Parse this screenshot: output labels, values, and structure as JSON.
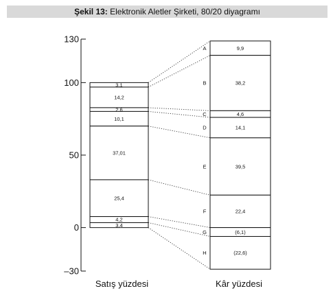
{
  "header": {
    "title_bold": "Şekil 13:",
    "title_rest": " Elektronik Aletler Şirketi, 80/20 diyagramı"
  },
  "chart_data": {
    "type": "stacked-column-comparison",
    "ylim": [
      -30,
      130
    ],
    "yticks": [
      {
        "value": 130,
        "label": "130"
      },
      {
        "value": 100,
        "label": "100"
      },
      {
        "value": 50,
        "label": "50"
      },
      {
        "value": 0,
        "label": "0"
      },
      {
        "value": -30,
        "label": "–30"
      }
    ],
    "left_column": {
      "xlabel": "Satış yüzdesi",
      "segments": [
        {
          "value": 3.1,
          "label": "3,1"
        },
        {
          "value": 14.2,
          "label": "14,2"
        },
        {
          "value": 2.6,
          "label": "2,6"
        },
        {
          "value": 10.1,
          "label": "10,1"
        },
        {
          "value": 37.01,
          "label": "37,01"
        },
        {
          "value": 25.4,
          "label": "25,4"
        },
        {
          "value": 4.2,
          "label": "4,2"
        },
        {
          "value": 3.4,
          "label": "3,4"
        }
      ]
    },
    "right_column": {
      "xlabel": "Kâr yüzdesi",
      "segments": [
        {
          "letter": "A",
          "value": 9.9,
          "label": "9,9"
        },
        {
          "letter": "B",
          "value": 38.2,
          "label": "38,2"
        },
        {
          "letter": "C",
          "value": 4.6,
          "label": "4,6"
        },
        {
          "letter": "D",
          "value": 14.1,
          "label": "14,1"
        },
        {
          "letter": "E",
          "value": 39.5,
          "label": "39,5"
        },
        {
          "letter": "F",
          "value": 22.4,
          "label": "22,4"
        },
        {
          "letter": "G",
          "value": -6.1,
          "label": "(6,1)"
        },
        {
          "letter": "H",
          "value": -22.6,
          "label": "(22,6)"
        }
      ]
    }
  }
}
